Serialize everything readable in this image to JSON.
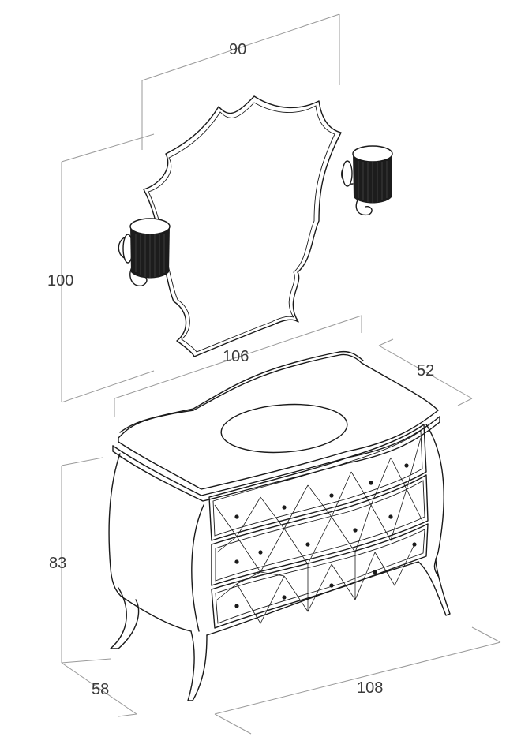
{
  "dimensions": {
    "mirror_width": "90",
    "mirror_height": "100",
    "top_width": "106",
    "top_depth": "52",
    "cabinet_height": "83",
    "base_depth": "58",
    "base_width": "108"
  },
  "colors": {
    "line": "#1a1a1a",
    "dimension_line": "#9a9a9a",
    "dimension_text": "#3a3a3a",
    "lamp_shade": "#1c1c1c"
  }
}
